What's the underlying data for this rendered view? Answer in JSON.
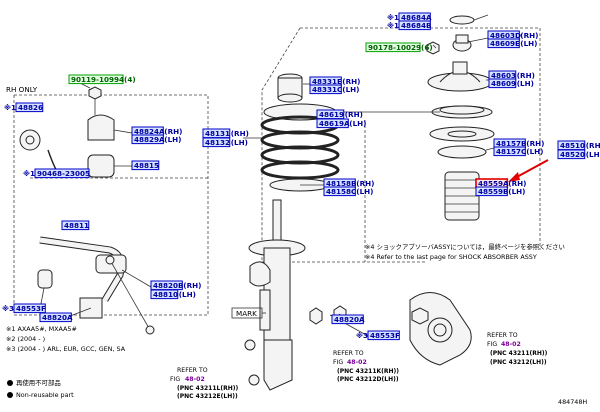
{
  "part_numbers": {
    "p48684A": "48684A",
    "p48684B": "48684B",
    "p48603D": "48603D",
    "p48609E": "48609E",
    "p90178": "90178-10029",
    "p48603": "48603",
    "p48609": "48609",
    "p90119": "90119-10994",
    "p48826": "48826",
    "p48824A": "48824A",
    "p48829A": "48829A",
    "p48815": "48815",
    "p90468": "90468-23005",
    "p48331E": "48331E",
    "p48331C": "48331C",
    "p48131": "48131",
    "p48132": "48132",
    "p48619": "48619",
    "p48619A": "48619A",
    "p48157B": "48157B",
    "p48157C": "48157C",
    "p48158B": "48158B",
    "p48158C": "48158C",
    "p48510": "48510",
    "p48520": "48520",
    "p48559A": "48559A",
    "p48559B": "48559B",
    "p48811": "48811",
    "p48820B": "48820B",
    "p48810": "48810",
    "p48553F_left": "48553F",
    "p48820A_left": "48820A",
    "p48820A_right": "48820A",
    "p48553F_right": "48553F"
  },
  "sides": {
    "rh": "(RH)",
    "lh": "(LH)",
    "qty4": "(4)",
    "qty6": "(6)"
  },
  "markers": {
    "x1": "※1",
    "x3": "※3"
  },
  "labels": {
    "rh_only": "RH ONLY",
    "mark": "MARK"
  },
  "notes": {
    "jp_shock": "※4 ショックアブソーバASSYについては，最終ページを参照ください",
    "en_shock": "※4 Refer to the last page for SHOCK ABSORBER ASSY",
    "fn1": "※1 AXAA5#, MXAA5#",
    "fn2": "※2 (2004 -         )",
    "fn3": "※3 (2004 -         ) ARL, EUR, GCC, GEN, SA",
    "legend_jp": "再使用不可部品",
    "legend_en": "Non-reusable part"
  },
  "references": {
    "refer_to": "REFER TO",
    "fig": "FIG",
    "fig_num": "48-02",
    "pnc_left_1": "(PNC  43211L(RH))",
    "pnc_left_2": "(PNC  43212E(LH))",
    "pnc_mid_1": "(PNC  43211K(RH))",
    "pnc_mid_2": "(PNC  43212D(LH))",
    "pnc_right_1": "(PNC  43211(RH))",
    "pnc_right_2": "(PNC  43212(LH))"
  },
  "diagram_id": "484748H",
  "colors": {
    "pn_box_border": "#0000c8",
    "pn_box_fill": "#d6e4ff",
    "pn_text": "#0000a0",
    "green_box": "#00a000",
    "highlight_box": "#e00000",
    "arrow": "#e00000",
    "fig_ref": "#8000a0"
  }
}
